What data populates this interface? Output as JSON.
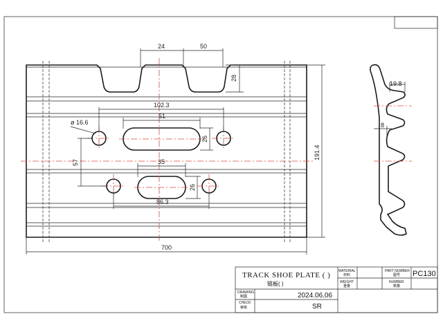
{
  "drawing": {
    "dimensions": {
      "d24": "24",
      "d50": "50",
      "d28": "28",
      "d102_3": "102.3",
      "d51": "51",
      "d16_6": "ø 16.6",
      "d26a": "26",
      "d191_4": "191.4",
      "d57": "57",
      "d35": "35",
      "d26b": "26",
      "d86_3": "86.3",
      "d700": "700",
      "d19_8": "19.8",
      "d8": "8"
    }
  },
  "title_block": {
    "title_en": "TRACK SHOE PLATE (  )",
    "title_cn": "链板(    )",
    "material_label": "MATERIAL",
    "material_cn": "材料",
    "weight_label": "WEIGHT",
    "weight_cn": "重量",
    "part_number_label": "PART NUMBER",
    "part_number_cn": "图号",
    "part_number": "PC130",
    "number_label": "NUMBER",
    "number_cn": "数量",
    "drawing_label": "DRAWING",
    "drawing_cn": "制图",
    "check_label": "CHECK",
    "check_cn": "审核",
    "date": "2024.06.06",
    "checker": "SR"
  }
}
